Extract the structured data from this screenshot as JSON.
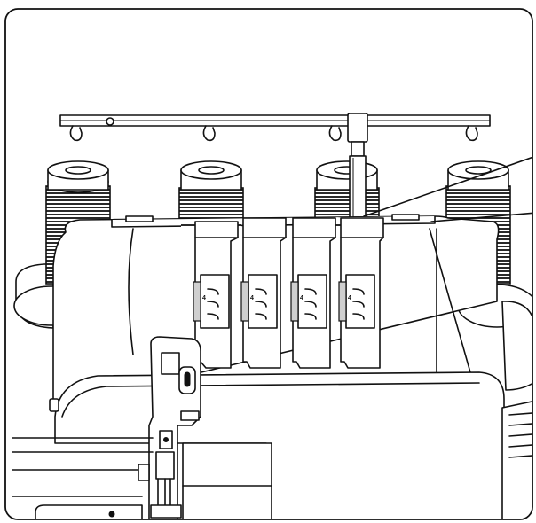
{
  "figure": {
    "dial_numbers": [
      "4",
      "4",
      "4",
      "4"
    ]
  }
}
